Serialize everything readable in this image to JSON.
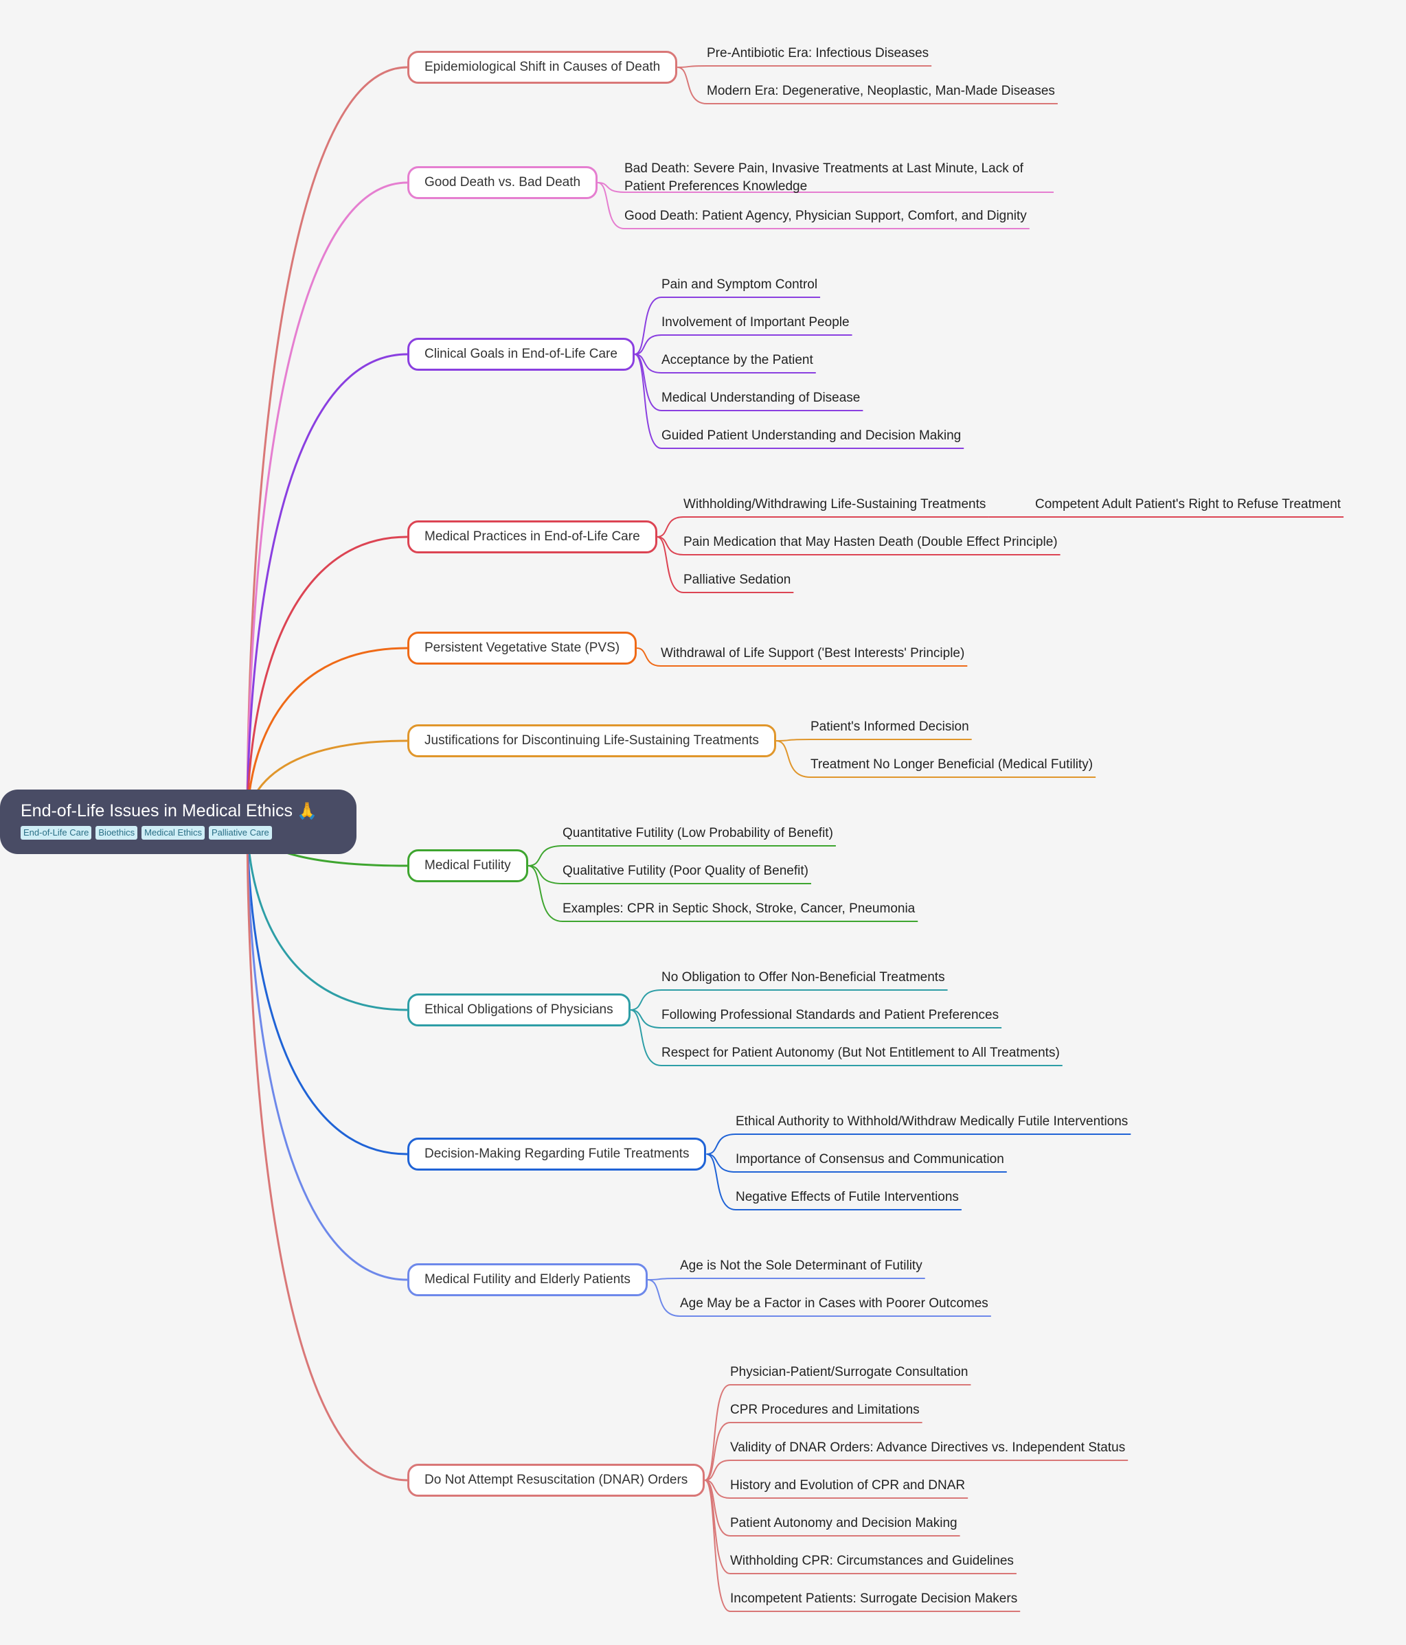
{
  "root": {
    "title": "End-of-Life Issues in Medical Ethics",
    "icon": "🙏",
    "tags": [
      "End-of-Life Care",
      "Bioethics",
      "Medical Ethics",
      "Palliative Care"
    ]
  },
  "branches": [
    {
      "label": "Epidemiological Shift in Causes of Death",
      "color": "#d97777",
      "children": [
        {
          "label": "Pre-Antibiotic Era: Infectious Diseases"
        },
        {
          "label": "Modern Era: Degenerative, Neoplastic, Man-Made Diseases"
        }
      ]
    },
    {
      "label": "Good Death vs. Bad Death",
      "color": "#e57ed0",
      "children": [
        {
          "label": "Bad Death: Severe Pain, Invasive Treatments at Last Minute, Lack of Patient Preferences Knowledge"
        },
        {
          "label": "Good Death: Patient Agency, Physician Support, Comfort, and Dignity"
        }
      ]
    },
    {
      "label": "Clinical Goals in End-of-Life Care",
      "color": "#8a3fe0",
      "children": [
        {
          "label": "Pain and Symptom Control"
        },
        {
          "label": "Involvement of Important People"
        },
        {
          "label": "Acceptance by the Patient"
        },
        {
          "label": "Medical Understanding of Disease"
        },
        {
          "label": "Guided Patient Understanding and Decision Making"
        }
      ]
    },
    {
      "label": "Medical Practices in End-of-Life Care",
      "color": "#dc4453",
      "children": [
        {
          "label": "Withholding/Withdrawing Life-Sustaining Treatments",
          "children": [
            {
              "label": "Competent Adult Patient's Right to Refuse Treatment"
            }
          ]
        },
        {
          "label": "Pain Medication that May Hasten Death (Double Effect Principle)"
        },
        {
          "label": "Palliative Sedation"
        }
      ]
    },
    {
      "label": "Persistent Vegetative State (PVS)",
      "color": "#ef6a17",
      "children": [
        {
          "label": "Withdrawal of Life Support ('Best Interests' Principle)"
        }
      ]
    },
    {
      "label": "Justifications for Discontinuing Life-Sustaining Treatments",
      "color": "#e0962b",
      "children": [
        {
          "label": "Patient's Informed Decision"
        },
        {
          "label": "Treatment No Longer Beneficial (Medical Futility)"
        }
      ]
    },
    {
      "label": "Medical Futility",
      "color": "#3ea52f",
      "children": [
        {
          "label": "Quantitative Futility (Low Probability of Benefit)"
        },
        {
          "label": "Qualitative Futility (Poor Quality of Benefit)"
        },
        {
          "label": "Examples: CPR in Septic Shock, Stroke, Cancer, Pneumonia"
        }
      ]
    },
    {
      "label": "Ethical Obligations of Physicians",
      "color": "#2d9ea6",
      "children": [
        {
          "label": "No Obligation to Offer Non-Beneficial Treatments"
        },
        {
          "label": "Following Professional Standards and Patient Preferences"
        },
        {
          "label": "Respect for Patient Autonomy (But Not Entitlement to All Treatments)"
        }
      ]
    },
    {
      "label": "Decision-Making Regarding Futile Treatments",
      "color": "#1f63d6",
      "children": [
        {
          "label": "Ethical Authority to Withhold/Withdraw Medically Futile Interventions"
        },
        {
          "label": "Importance of Consensus and Communication"
        },
        {
          "label": "Negative Effects of Futile Interventions"
        }
      ]
    },
    {
      "label": "Medical Futility and Elderly Patients",
      "color": "#6d88ea",
      "children": [
        {
          "label": "Age is Not the Sole Determinant of Futility"
        },
        {
          "label": "Age May be a Factor in Cases with Poorer Outcomes"
        }
      ]
    },
    {
      "label": "Do Not Attempt Resuscitation (DNAR) Orders",
      "color": "#d97777",
      "children": [
        {
          "label": "Physician-Patient/Surrogate Consultation"
        },
        {
          "label": "CPR Procedures and Limitations"
        },
        {
          "label": "Validity of DNAR Orders: Advance Directives vs. Independent Status"
        },
        {
          "label": "History and Evolution of CPR and DNAR"
        },
        {
          "label": "Patient Autonomy and Decision Making"
        },
        {
          "label": "Withholding CPR: Circumstances and Guidelines"
        },
        {
          "label": "Incompetent Patients: Surrogate Decision Makers"
        }
      ]
    }
  ]
}
